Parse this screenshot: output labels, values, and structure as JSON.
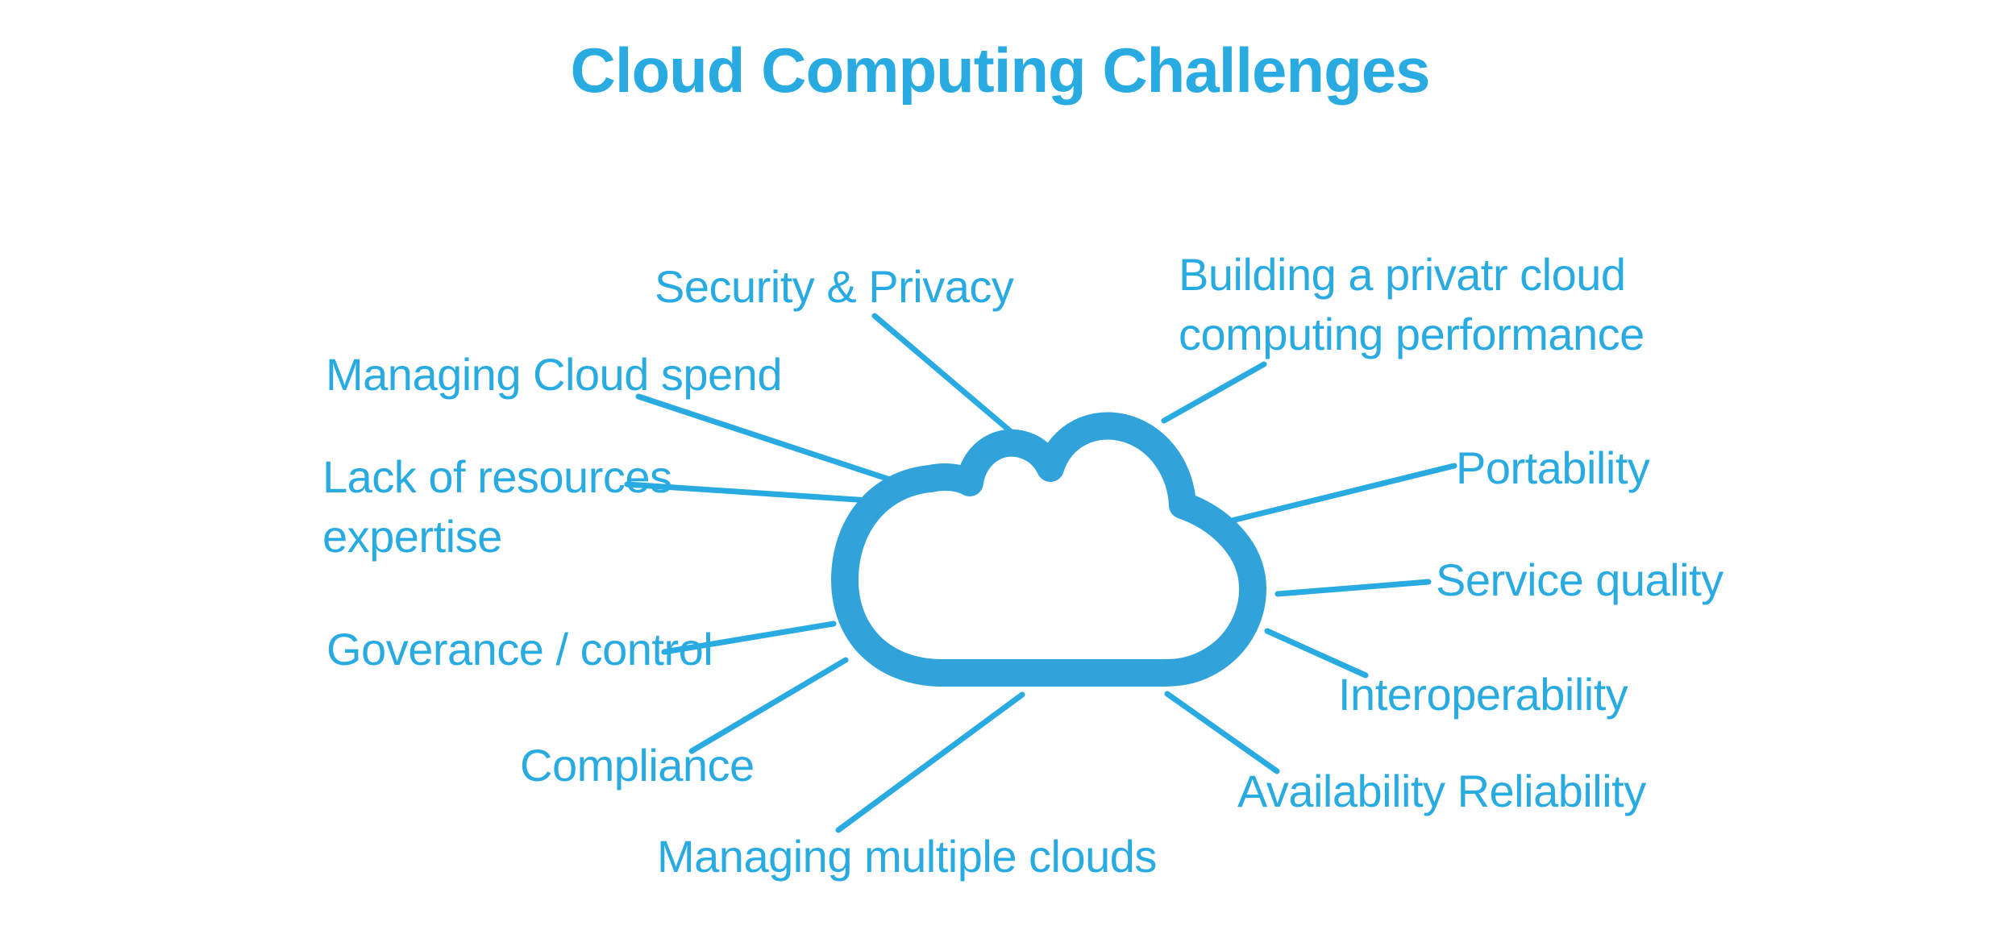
{
  "title": "Cloud Computing Challenges",
  "colors": {
    "accent_text": "#29abe2",
    "connector_line": "#29abe2",
    "cloud_stroke": "#31a3da",
    "background": "#ffffff"
  },
  "cloud": {
    "icon": "cloud-icon"
  },
  "challenges": [
    {
      "id": "security-privacy",
      "label": "Security & Privacy"
    },
    {
      "id": "building-private-cloud",
      "label": "Building a privatr cloud\ncomputing performance"
    },
    {
      "id": "managing-cloud-spend",
      "label": "Managing Cloud spend"
    },
    {
      "id": "lack-of-resources-expertise",
      "label": "Lack of resources\nexpertise"
    },
    {
      "id": "portability",
      "label": "Portability"
    },
    {
      "id": "service-quality",
      "label": "Service quality"
    },
    {
      "id": "goverance-control",
      "label": "Goverance / control"
    },
    {
      "id": "interoperability",
      "label": "Interoperability"
    },
    {
      "id": "compliance",
      "label": "Compliance"
    },
    {
      "id": "availability-reliability",
      "label": "Availability Reliability"
    },
    {
      "id": "managing-multiple-clouds",
      "label": "Managing multiple clouds"
    }
  ]
}
